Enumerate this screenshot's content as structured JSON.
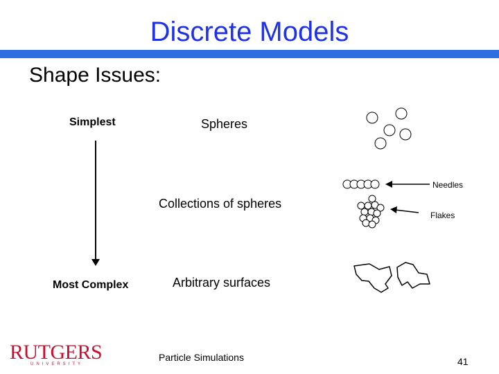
{
  "slide": {
    "title": "Discrete Models",
    "subtitle": "Shape Issues:",
    "simplest_label": "Simplest",
    "most_complex_label": "Most Complex",
    "spheres_label": "Spheres",
    "collections_label": "Collections of spheres",
    "arbitrary_label": "Arbitrary surfaces",
    "needles_label": "Needles",
    "flakes_label": "Flakes",
    "footer_title": "Particle Simulations",
    "page_number": "41"
  },
  "logo": {
    "main": "RUTGERS",
    "sub": "UNIVERSITY"
  },
  "colors": {
    "title": "#1f32e6",
    "title_bar": "#2e6fe0",
    "logo": "#c8102e"
  },
  "icons": [
    "down-arrow-icon",
    "arrow-left-icon"
  ]
}
